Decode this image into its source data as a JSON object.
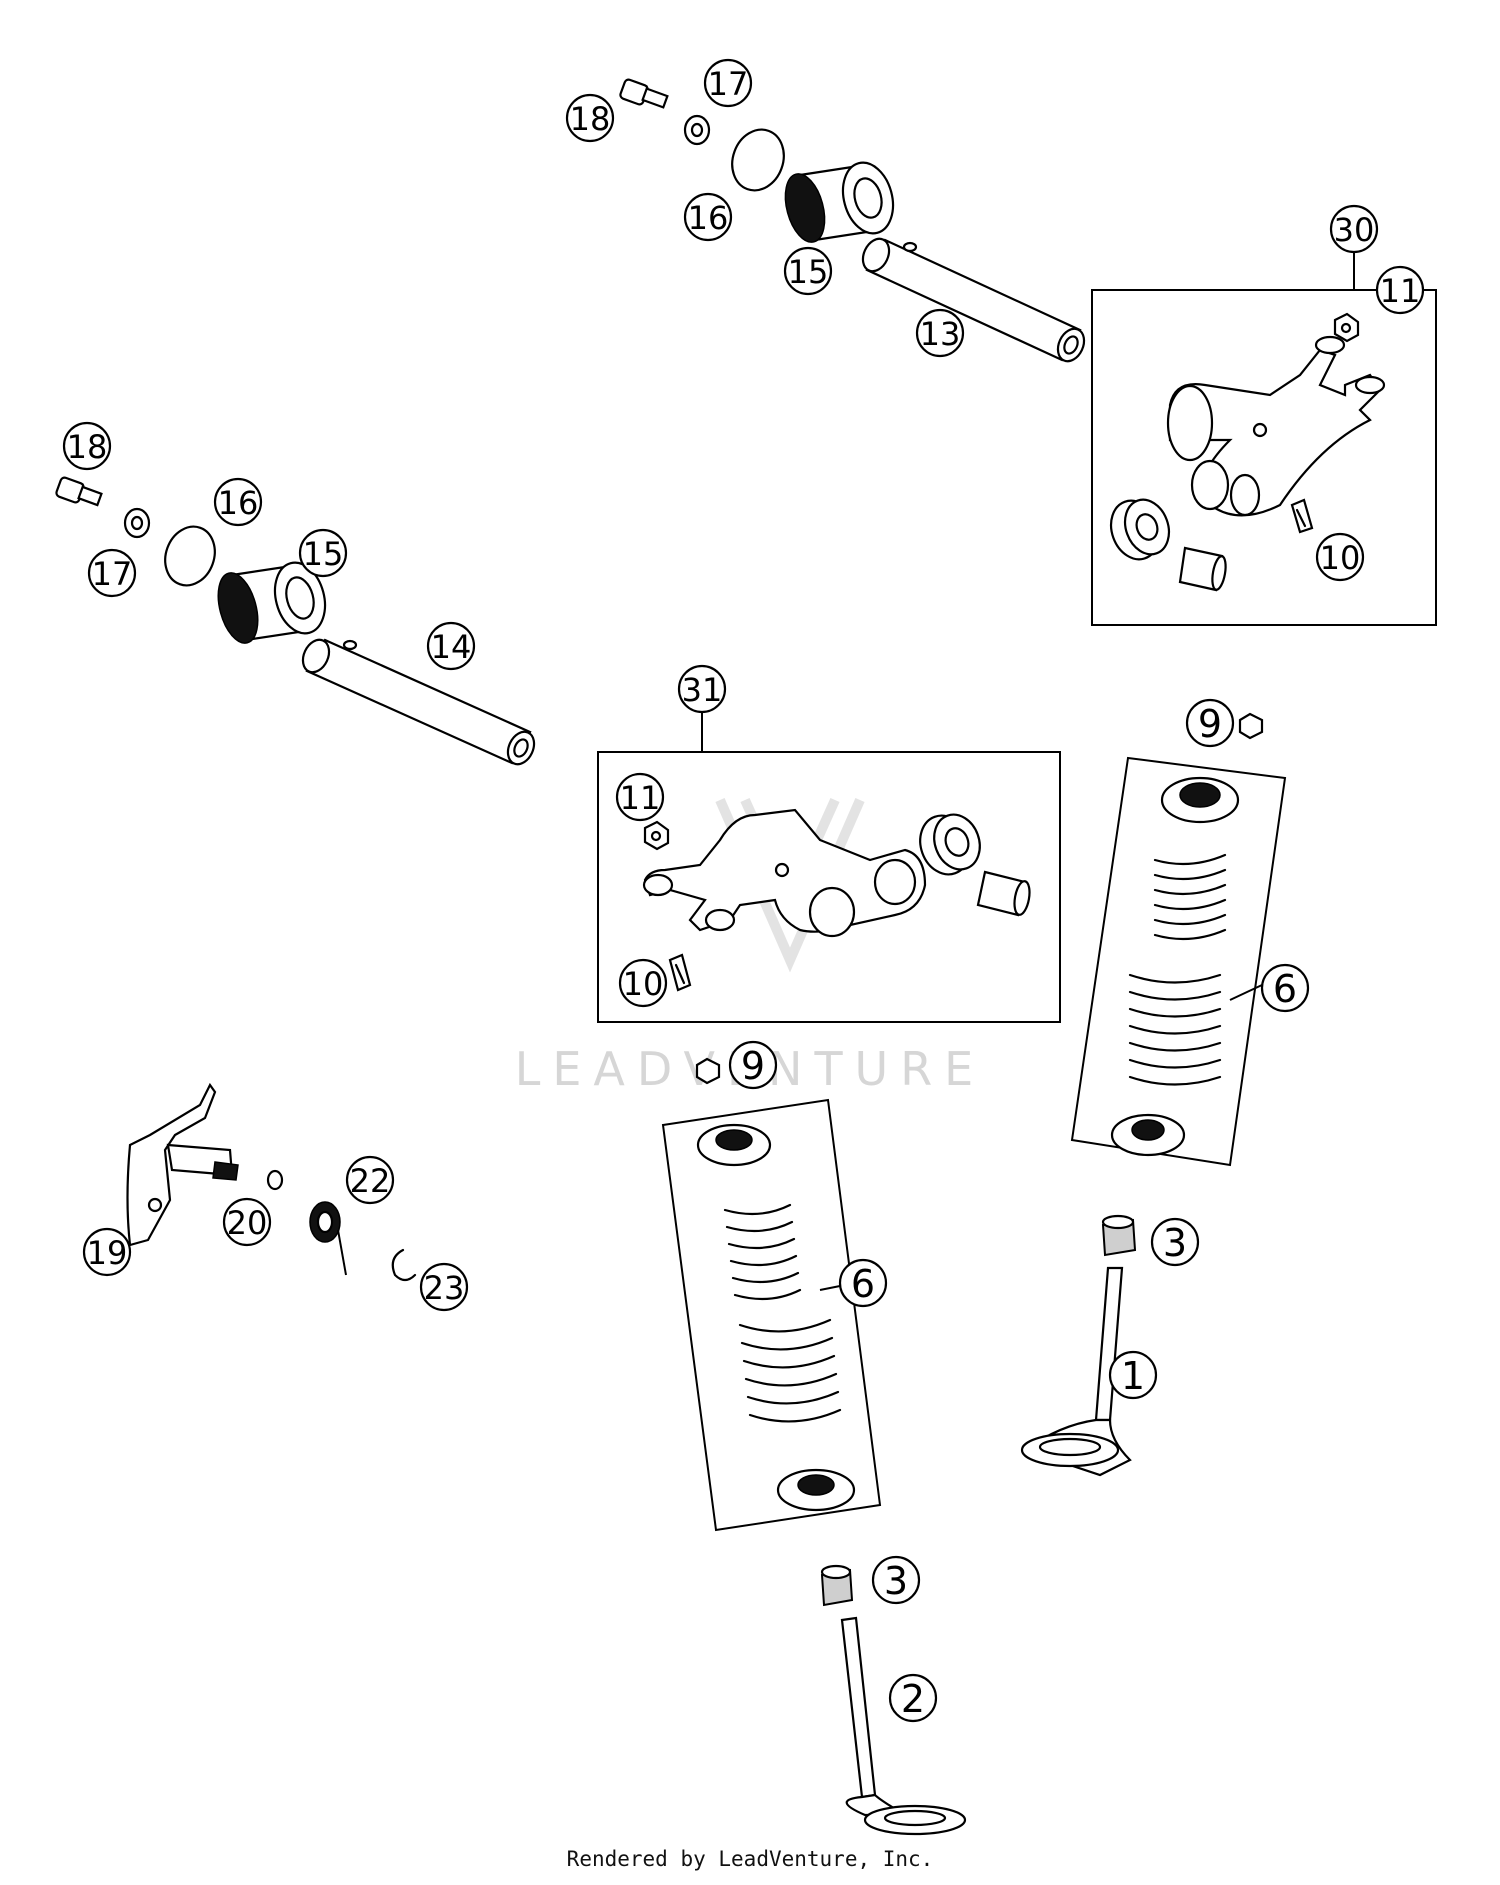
{
  "callouts": [
    "1",
    "2",
    "3",
    "3",
    "6",
    "6",
    "9",
    "9",
    "10",
    "10",
    "11",
    "11",
    "13",
    "14",
    "15",
    "15",
    "16",
    "16",
    "17",
    "17",
    "18",
    "18",
    "19",
    "20",
    "22",
    "23",
    "30",
    "31"
  ],
  "labels": {
    "c1": "1",
    "c2": "2",
    "c3a": "3",
    "c3b": "3",
    "c6a": "6",
    "c6b": "6",
    "c9a": "9",
    "c9b": "9",
    "c10a": "10",
    "c10b": "10",
    "c11a": "11",
    "c11b": "11",
    "c13": "13",
    "c14": "14",
    "c15a": "15",
    "c15b": "15",
    "c16a": "16",
    "c16b": "16",
    "c17a": "17",
    "c17b": "17",
    "c18a": "18",
    "c18b": "18",
    "c19": "19",
    "c20": "20",
    "c22": "22",
    "c23": "23",
    "c30": "30",
    "c31": "31"
  },
  "watermark": "LEADVENTURE",
  "footer": "Rendered by LeadVenture, Inc."
}
